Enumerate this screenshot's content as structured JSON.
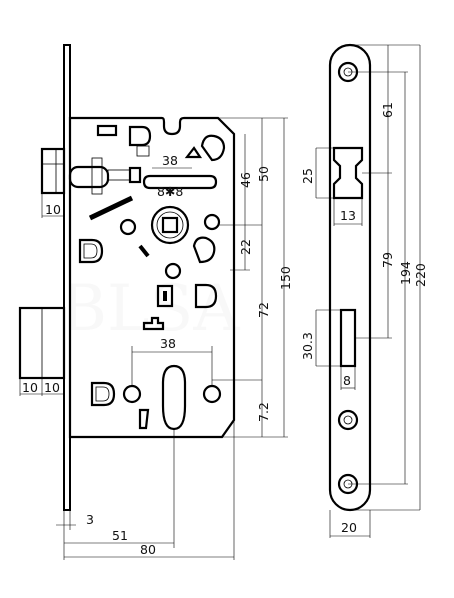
{
  "drawing": {
    "watermark": "BLSA"
  },
  "front_view": {
    "dims": {
      "cam_width": "38",
      "square": "8✱8",
      "cyl_width": "38",
      "bolt_width": "10",
      "latch_depth_1": "10",
      "latch_depth_2": "10",
      "plate_thickness": "3",
      "backset": "51",
      "case_width": "80",
      "dim_46": "46",
      "dim_50": "50",
      "dim_22": "22",
      "dim_72": "72",
      "dim_150": "150",
      "dim_7_2": "7.2"
    }
  },
  "side_view": {
    "dims": {
      "top_61": "61",
      "dim_79": "79",
      "dim_194": "194",
      "dim_220": "220",
      "latch_25": "25",
      "latch_13": "13",
      "bolt_30_3": "30.3",
      "bolt_8": "8",
      "plate_20": "20"
    }
  }
}
